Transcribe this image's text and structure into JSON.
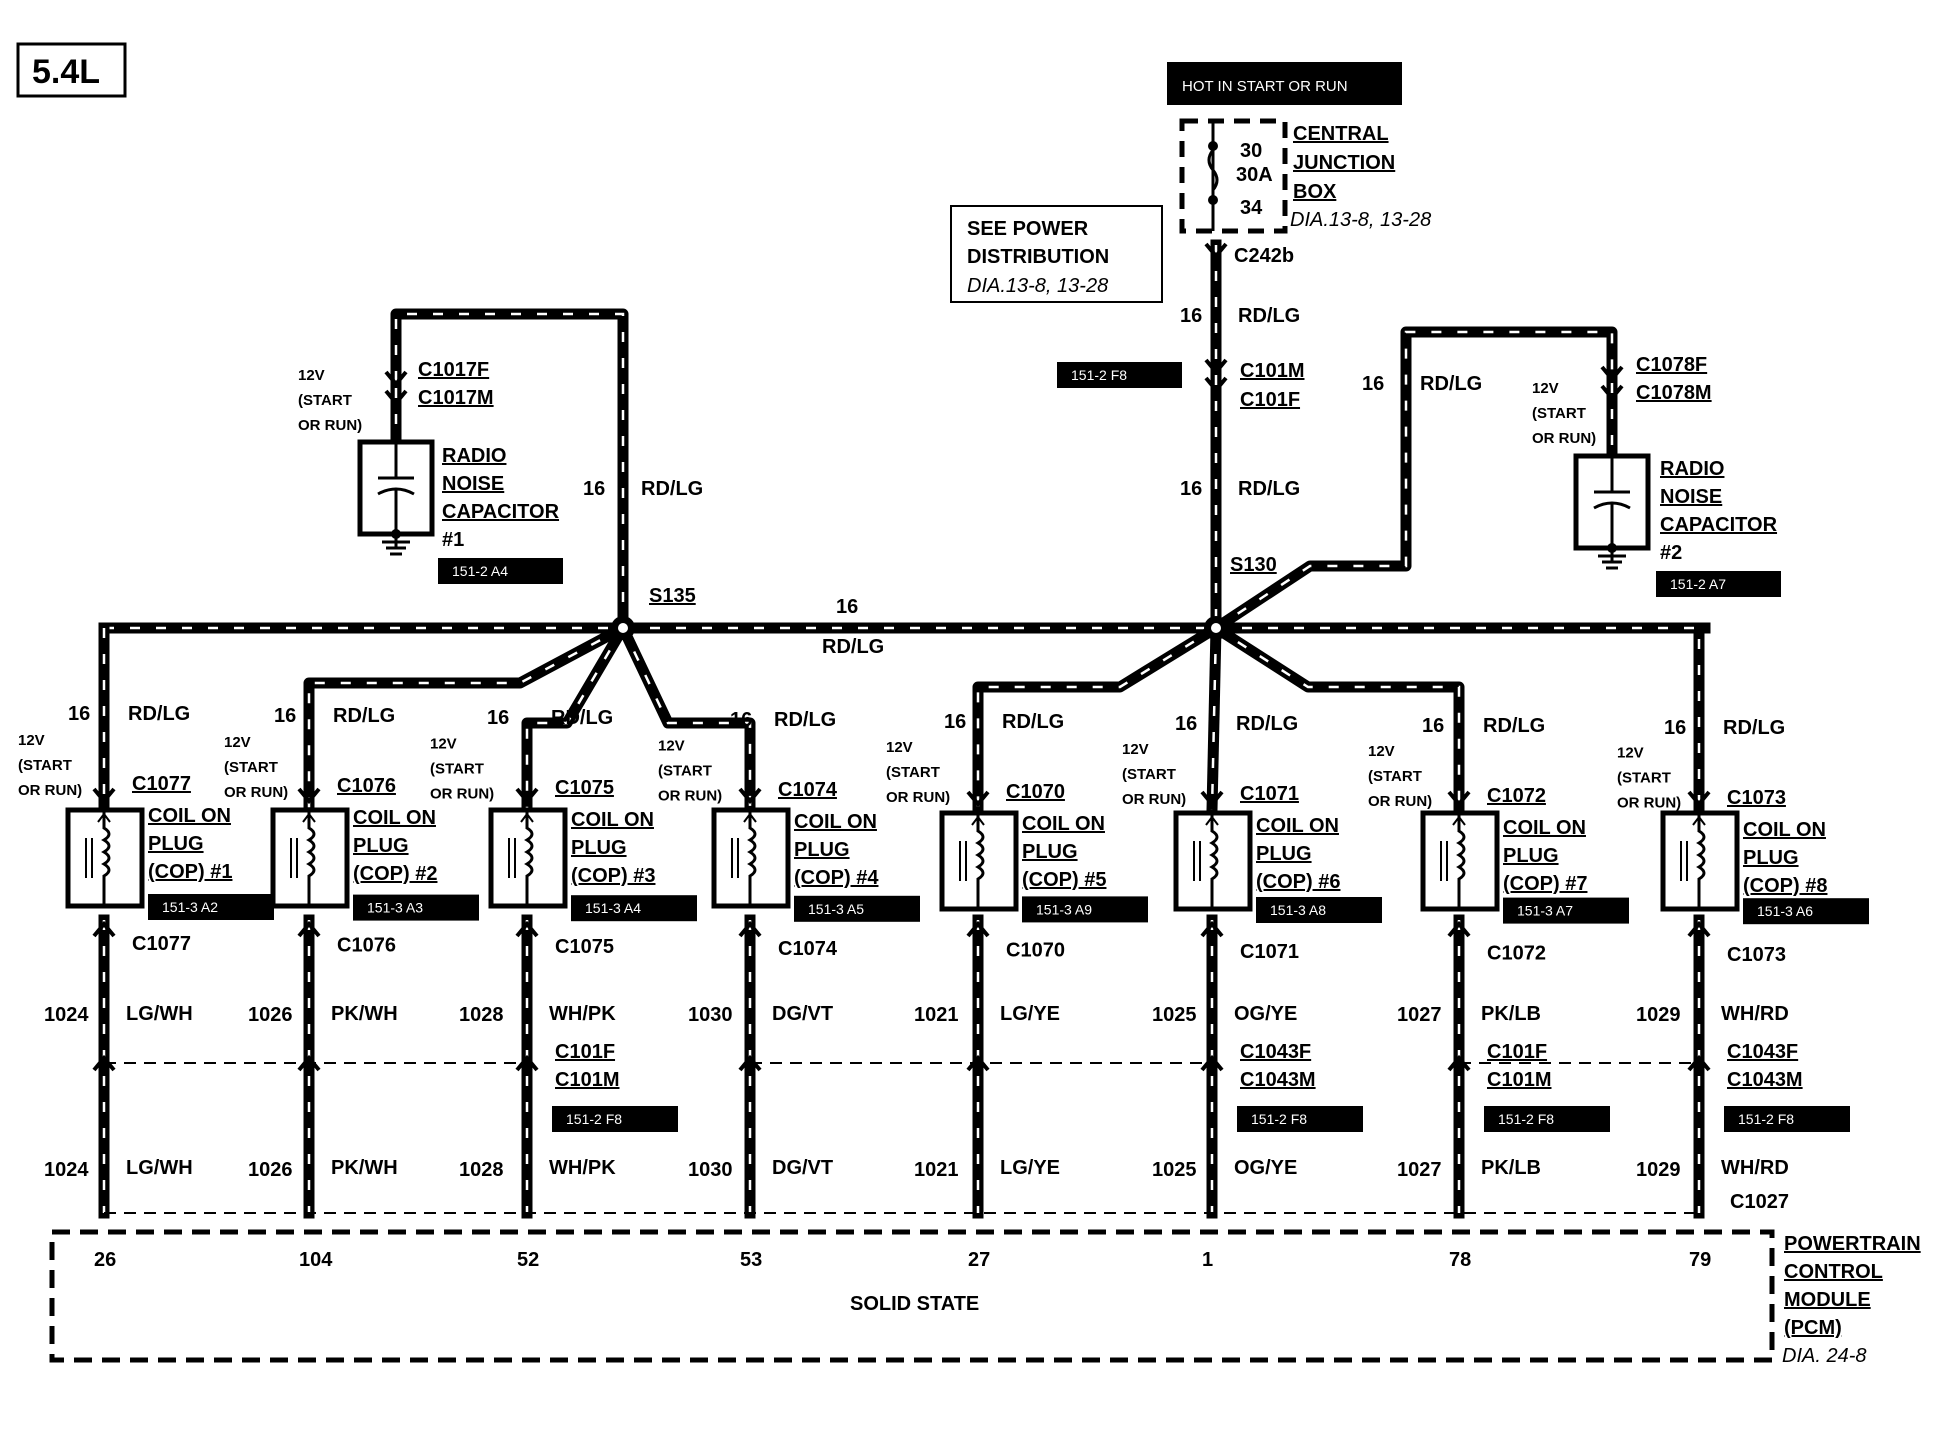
{
  "engine_label": "5.4L",
  "hot_label": "HOT IN START OR RUN",
  "junction_box": {
    "pin_top": "30",
    "fuse": "30A",
    "pin_bottom": "34",
    "name_lines": [
      "CENTRAL",
      "JUNCTION",
      "BOX"
    ],
    "ref": "DIA.13-8, 13-28"
  },
  "see_power": {
    "lines": [
      "SEE POWER",
      "DISTRIBUTION"
    ],
    "ref": "DIA.13-8, 13-28"
  },
  "feed": {
    "c242b": "C242b",
    "gauge_top": "16",
    "color_top": "RD/LG",
    "tag": "151-2 F8",
    "c101m": "C101M",
    "c101f": "C101F",
    "gauge_mid": "16",
    "color_mid": "RD/LG",
    "splice": "S130"
  },
  "bus": {
    "gauge": "16",
    "color": "RD/LG",
    "splice_left": "S135",
    "left_riser_gauge": "16",
    "left_riser_color": "RD/LG",
    "right_riser_gauge": "16",
    "right_riser_color": "RD/LG"
  },
  "caps": [
    {
      "volt": [
        "12V",
        "(START",
        "OR RUN)"
      ],
      "conn_f": "C1017F",
      "conn_m": "C1017M",
      "name": [
        "RADIO",
        "NOISE",
        "CAPACITOR"
      ],
      "num": "#1",
      "tag": "151-2 A4"
    },
    {
      "volt": [
        "12V",
        "(START",
        "OR RUN)"
      ],
      "conn_f": "C1078F",
      "conn_m": "C1078M",
      "name": [
        "RADIO",
        "NOISE",
        "CAPACITOR"
      ],
      "num": "#2",
      "tag": "151-2 A7"
    }
  ],
  "coils": [
    {
      "gauge": "16",
      "color": "RD/LG",
      "conn": "C1077",
      "name": [
        "COIL ON",
        "PLUG",
        "(COP) #1"
      ],
      "tag": "151-3 A2",
      "conn_low": "C1077",
      "circuit": "1024",
      "wire": "LG/WH",
      "inline": [],
      "inline_tag": "",
      "circuit2": "1024",
      "wire2": "LG/WH",
      "pin": "26"
    },
    {
      "gauge": "16",
      "color": "RD/LG",
      "conn": "C1076",
      "name": [
        "COIL ON",
        "PLUG",
        "(COP) #2"
      ],
      "tag": "151-3 A3",
      "conn_low": "C1076",
      "circuit": "1026",
      "wire": "PK/WH",
      "inline": [],
      "inline_tag": "",
      "circuit2": "1026",
      "wire2": "PK/WH",
      "pin": "104"
    },
    {
      "gauge": "16",
      "color": "RD/LG",
      "conn": "C1075",
      "name": [
        "COIL ON",
        "PLUG",
        "(COP) #3"
      ],
      "tag": "151-3 A4",
      "conn_low": "C1075",
      "circuit": "1028",
      "wire": "WH/PK",
      "inline": [
        "C101F",
        "C101M"
      ],
      "inline_tag": "151-2 F8",
      "circuit2": "1028",
      "wire2": "WH/PK",
      "pin": "52"
    },
    {
      "gauge": "16",
      "color": "RD/LG",
      "conn": "C1074",
      "name": [
        "COIL ON",
        "PLUG",
        "(COP) #4"
      ],
      "tag": "151-3 A5",
      "conn_low": "C1074",
      "circuit": "1030",
      "wire": "DG/VT",
      "inline": [],
      "inline_tag": "",
      "circuit2": "1030",
      "wire2": "DG/VT",
      "pin": "53"
    },
    {
      "gauge": "16",
      "color": "RD/LG",
      "conn": "C1070",
      "name": [
        "COIL ON",
        "PLUG",
        "(COP) #5"
      ],
      "tag": "151-3 A9",
      "conn_low": "C1070",
      "circuit": "1021",
      "wire": "LG/YE",
      "inline": [],
      "inline_tag": "",
      "circuit2": "1021",
      "wire2": "LG/YE",
      "pin": "27"
    },
    {
      "gauge": "16",
      "color": "RD/LG",
      "conn": "C1071",
      "name": [
        "COIL ON",
        "PLUG",
        "(COP) #6"
      ],
      "tag": "151-3 A8",
      "conn_low": "C1071",
      "circuit": "1025",
      "wire": "OG/YE",
      "inline": [
        "C1043F",
        "C1043M"
      ],
      "inline_tag": "151-2 F8",
      "circuit2": "1025",
      "wire2": "OG/YE",
      "pin": "1"
    },
    {
      "gauge": "16",
      "color": "RD/LG",
      "conn": "C1072",
      "name": [
        "COIL ON",
        "PLUG",
        "(COP) #7"
      ],
      "tag": "151-3 A7",
      "conn_low": "C1072",
      "circuit": "1027",
      "wire": "PK/LB",
      "inline": [
        "C101F",
        "C101M"
      ],
      "inline_tag": "151-2 F8",
      "circuit2": "1027",
      "wire2": "PK/LB",
      "pin": "78"
    },
    {
      "gauge": "16",
      "color": "RD/LG",
      "conn": "C1073",
      "name": [
        "COIL ON",
        "PLUG",
        "(COP) #8"
      ],
      "tag": "151-3 A6",
      "conn_low": "C1073",
      "circuit": "1029",
      "wire": "WH/RD",
      "inline": [
        "C1043F",
        "C1043M"
      ],
      "inline_tag": "151-2 F8",
      "circuit2": "1029",
      "wire2": "WH/RD",
      "pin": "79"
    }
  ],
  "coil_volt": [
    "12V",
    "(START",
    "OR RUN)"
  ],
  "pcm": {
    "connector": "C1027",
    "name_lines": [
      "POWERTRAIN",
      "CONTROL",
      "MODULE",
      "(PCM)"
    ],
    "ref": "DIA. 24-8",
    "body": "SOLID STATE"
  }
}
